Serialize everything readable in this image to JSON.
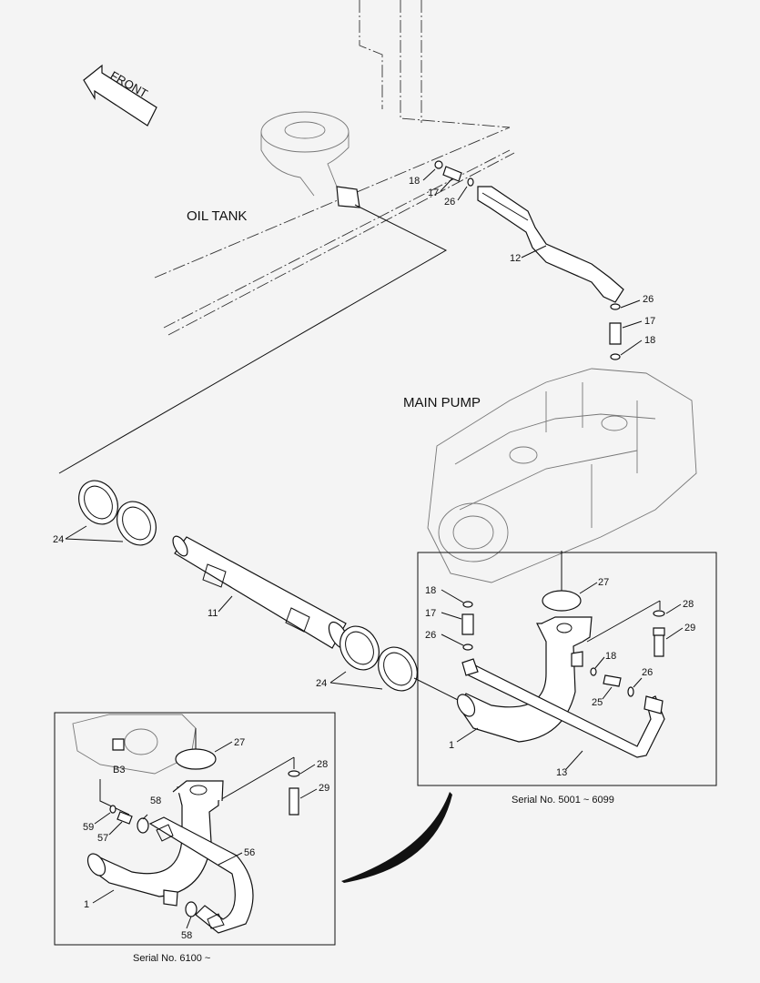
{
  "labels": {
    "front": "FRONT",
    "oil_tank": "OIL TANK",
    "main_pump": "MAIN PUMP",
    "b3": "B3"
  },
  "part_numbers": {
    "p18a": "18",
    "p17a": "17",
    "p26a": "26",
    "p12": "12",
    "p26b": "26",
    "p17b": "17",
    "p18b": "18",
    "p24a": "24",
    "p11": "11",
    "p24b": "24",
    "p18c": "18",
    "p17c": "17",
    "p26c": "26",
    "p27a": "27",
    "p28a": "28",
    "p29a": "29",
    "p18d": "18",
    "p26d": "26",
    "p25": "25",
    "p1a": "1",
    "p13": "13",
    "p27b": "27",
    "p28b": "28",
    "p29b": "29",
    "p58a": "58",
    "p59": "59",
    "p57": "57",
    "p56": "56",
    "p1b": "1",
    "p58b": "58"
  },
  "serials": {
    "right_box": "Serial No. 5001 ~ 6099",
    "left_box": "Serial No. 6100 ~"
  }
}
